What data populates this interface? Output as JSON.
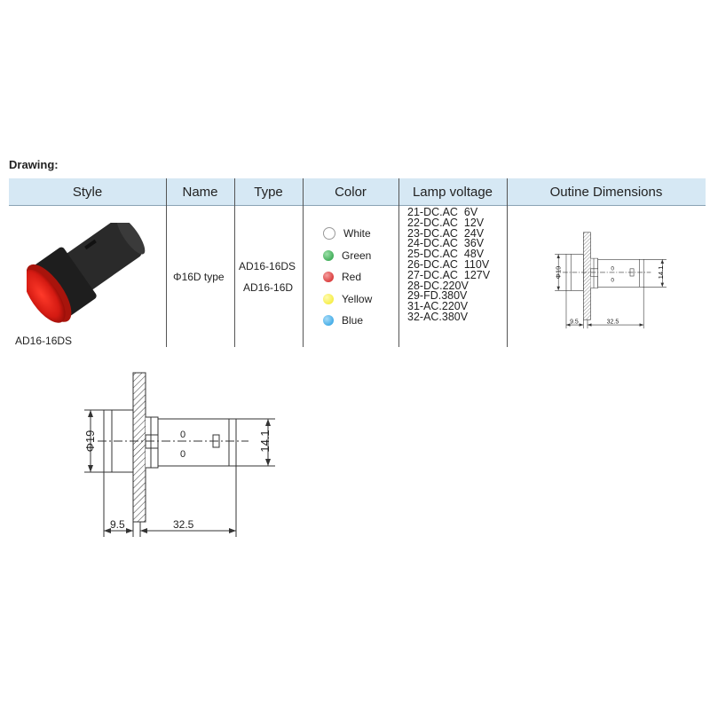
{
  "heading": "Drawing:",
  "table": {
    "headers": [
      "Style",
      "Name",
      "Type",
      "Color",
      "Lamp voltage",
      "Outine Dimensions"
    ],
    "style_caption": "AD16-16DS",
    "name": "Φ16D type",
    "types": [
      "AD16-16DS",
      "AD16-16D"
    ],
    "colors": [
      {
        "label": "White",
        "hex": "#ffffff"
      },
      {
        "label": "Green",
        "hex": "#1e9a3c"
      },
      {
        "label": "Red",
        "hex": "#d01818"
      },
      {
        "label": "Yellow",
        "hex": "#f2e820"
      },
      {
        "label": "Blue",
        "hex": "#1e9ae0"
      }
    ],
    "voltages": [
      "21-DC.AC  6V",
      "22-DC.AC  12V",
      "23-DC.AC  24V",
      "24-DC.AC  36V",
      "25-DC.AC  48V",
      "26-DC.AC  110V",
      "27-DC.AC  127V",
      "28-DC.220V",
      "29-FD.380V",
      "31-AC.220V",
      "32-AC.380V"
    ]
  },
  "dimensions": {
    "diameter": "Φ19",
    "height": "14.1",
    "front": "9.5",
    "length": "32.5",
    "terminal_mark": "0"
  },
  "accent": {
    "header_bg": "#d6e8f4",
    "lens": "#d41a12"
  }
}
